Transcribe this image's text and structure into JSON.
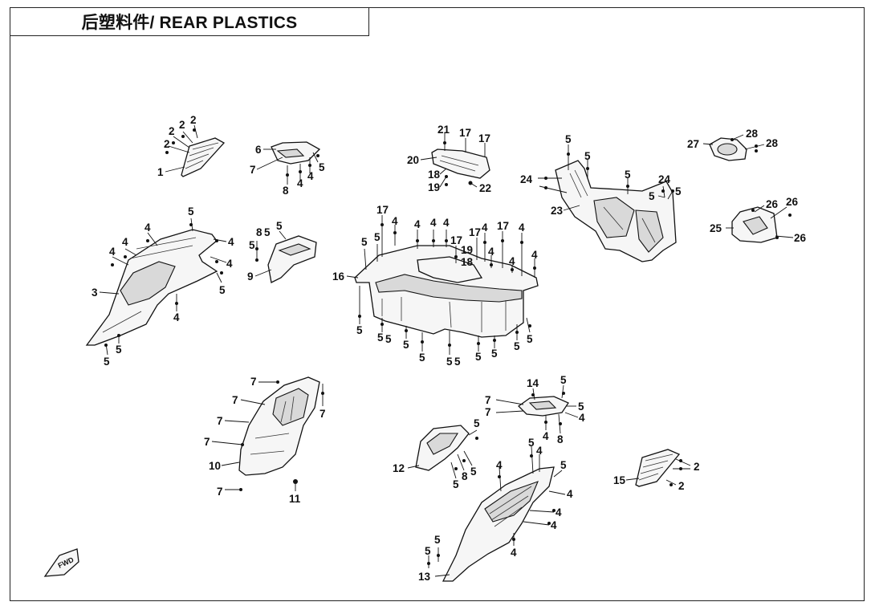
{
  "title": "后塑料件/ REAR PLASTICS",
  "fwd_label": "FWD",
  "callouts": [
    {
      "id": "c1",
      "text": "1"
    },
    {
      "id": "c2a",
      "text": "2"
    },
    {
      "id": "c2b",
      "text": "2"
    },
    {
      "id": "c2c",
      "text": "2"
    },
    {
      "id": "c2d",
      "text": "2"
    },
    {
      "id": "c6",
      "text": "6"
    },
    {
      "id": "c7a",
      "text": "7"
    },
    {
      "id": "c8a",
      "text": "8"
    },
    {
      "id": "c4a",
      "text": "4"
    },
    {
      "id": "c4b",
      "text": "4"
    },
    {
      "id": "c5a",
      "text": "5"
    },
    {
      "id": "c21",
      "text": "21"
    },
    {
      "id": "c17a",
      "text": "17"
    },
    {
      "id": "c17b",
      "text": "17"
    },
    {
      "id": "c20",
      "text": "20"
    },
    {
      "id": "c18a",
      "text": "18"
    },
    {
      "id": "c19a",
      "text": "19"
    },
    {
      "id": "c22",
      "text": "22"
    },
    {
      "id": "c5b",
      "text": "5"
    },
    {
      "id": "c5c",
      "text": "5"
    },
    {
      "id": "c5d",
      "text": "5"
    },
    {
      "id": "c24a",
      "text": "24"
    },
    {
      "id": "c24b",
      "text": "24"
    },
    {
      "id": "c5e",
      "text": "5"
    },
    {
      "id": "c5f",
      "text": "5"
    },
    {
      "id": "c23",
      "text": "23"
    },
    {
      "id": "c27",
      "text": "27"
    },
    {
      "id": "c28a",
      "text": "28"
    },
    {
      "id": "c28b",
      "text": "28"
    },
    {
      "id": "c26a",
      "text": "26"
    },
    {
      "id": "c26b",
      "text": "26"
    },
    {
      "id": "c25",
      "text": "25"
    },
    {
      "id": "c26c",
      "text": "26"
    },
    {
      "id": "c3",
      "text": "3"
    },
    {
      "id": "c4c",
      "text": "4"
    },
    {
      "id": "c4d",
      "text": "4"
    },
    {
      "id": "c4e",
      "text": "4"
    },
    {
      "id": "c4f",
      "text": "4"
    },
    {
      "id": "c4g",
      "text": "4"
    },
    {
      "id": "c4h",
      "text": "4"
    },
    {
      "id": "c5g",
      "text": "5"
    },
    {
      "id": "c5h",
      "text": "5"
    },
    {
      "id": "c5i",
      "text": "5"
    },
    {
      "id": "c5j",
      "text": "5"
    },
    {
      "id": "c8b",
      "text": "8"
    },
    {
      "id": "c5k",
      "text": "5"
    },
    {
      "id": "c5l",
      "text": "5"
    },
    {
      "id": "c5m",
      "text": "5"
    },
    {
      "id": "c9",
      "text": "9"
    },
    {
      "id": "c16",
      "text": "16"
    },
    {
      "id": "c17c",
      "text": "17"
    },
    {
      "id": "c4i",
      "text": "4"
    },
    {
      "id": "c5n",
      "text": "5"
    },
    {
      "id": "c5o",
      "text": "5"
    },
    {
      "id": "c4j",
      "text": "4"
    },
    {
      "id": "c4k",
      "text": "4"
    },
    {
      "id": "c17d",
      "text": "17"
    },
    {
      "id": "c17e",
      "text": "17"
    },
    {
      "id": "c4l",
      "text": "4"
    },
    {
      "id": "c17f",
      "text": "17"
    },
    {
      "id": "c4m",
      "text": "4"
    },
    {
      "id": "c19b",
      "text": "19"
    },
    {
      "id": "c18b",
      "text": "18"
    },
    {
      "id": "c4n",
      "text": "4"
    },
    {
      "id": "c4o",
      "text": "4"
    },
    {
      "id": "c4p",
      "text": "4"
    },
    {
      "id": "c4q",
      "text": "4"
    },
    {
      "id": "c5p",
      "text": "5"
    },
    {
      "id": "c5q",
      "text": "5"
    },
    {
      "id": "c5r",
      "text": "5"
    },
    {
      "id": "c5s",
      "text": "5"
    },
    {
      "id": "c5t",
      "text": "5"
    },
    {
      "id": "c5u",
      "text": "5"
    },
    {
      "id": "c5v",
      "text": "5"
    },
    {
      "id": "c5w",
      "text": "5"
    },
    {
      "id": "c5x",
      "text": "5"
    },
    {
      "id": "c5y",
      "text": "5"
    },
    {
      "id": "c5z",
      "text": "5"
    },
    {
      "id": "c7b",
      "text": "7"
    },
    {
      "id": "c7c",
      "text": "7"
    },
    {
      "id": "c7d",
      "text": "7"
    },
    {
      "id": "c7e",
      "text": "7"
    },
    {
      "id": "c7f",
      "text": "7"
    },
    {
      "id": "c7g",
      "text": "7"
    },
    {
      "id": "c10",
      "text": "10"
    },
    {
      "id": "c11",
      "text": "11"
    },
    {
      "id": "c14",
      "text": "14"
    },
    {
      "id": "c5aa",
      "text": "5"
    },
    {
      "id": "c7h",
      "text": "7"
    },
    {
      "id": "c7i",
      "text": "7"
    },
    {
      "id": "c5ab",
      "text": "5"
    },
    {
      "id": "c4r",
      "text": "4"
    },
    {
      "id": "c4s",
      "text": "4"
    },
    {
      "id": "c8c",
      "text": "8"
    },
    {
      "id": "c12",
      "text": "12"
    },
    {
      "id": "c5ac",
      "text": "5"
    },
    {
      "id": "c8d",
      "text": "8"
    },
    {
      "id": "c5ad",
      "text": "5"
    },
    {
      "id": "c5ae",
      "text": "5"
    },
    {
      "id": "c5af",
      "text": "5"
    },
    {
      "id": "c4t",
      "text": "4"
    },
    {
      "id": "c4u",
      "text": "4"
    },
    {
      "id": "c5ag",
      "text": "5"
    },
    {
      "id": "c4v",
      "text": "4"
    },
    {
      "id": "c4w",
      "text": "4"
    },
    {
      "id": "c4x",
      "text": "4"
    },
    {
      "id": "c4y",
      "text": "4"
    },
    {
      "id": "c5ah",
      "text": "5"
    },
    {
      "id": "c5ai",
      "text": "5"
    },
    {
      "id": "c13",
      "text": "13"
    },
    {
      "id": "c15",
      "text": "15"
    },
    {
      "id": "c2e",
      "text": "2"
    },
    {
      "id": "c2f",
      "text": "2"
    }
  ]
}
